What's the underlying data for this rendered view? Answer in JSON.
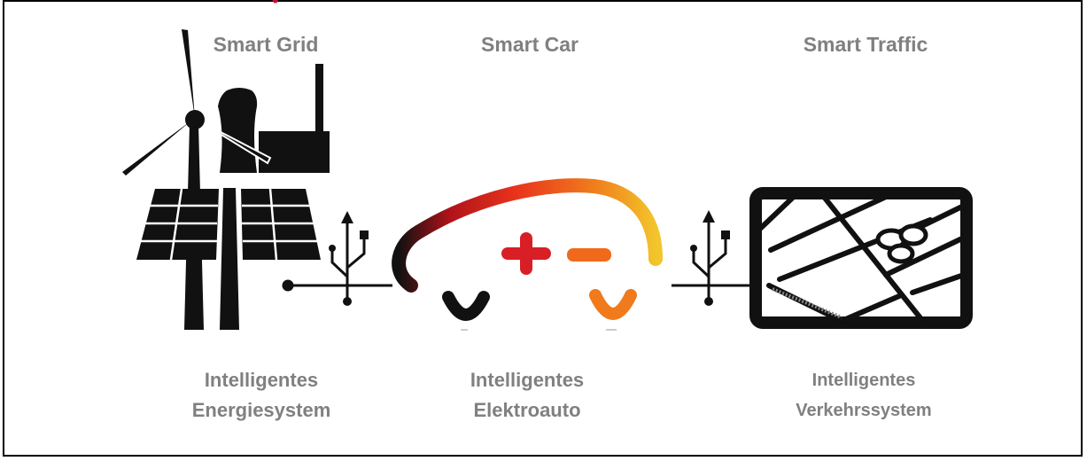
{
  "columns": [
    {
      "title": "Smart Grid",
      "caption_line1": "Intelligentes",
      "caption_line2": "Energiesystem"
    },
    {
      "title": "Smart Car",
      "caption_line1": "Intelligentes",
      "caption_line2": "Elektroauto"
    },
    {
      "title": "Smart Traffic",
      "caption_line1": "Intelligentes",
      "caption_line2": "Verkehrssystem"
    }
  ],
  "icons": {
    "left": "energy-system-icon",
    "middle": "electric-car-icon",
    "right": "traffic-map-icon",
    "connectors": "usb-icon"
  },
  "colors": {
    "text": "#808080",
    "black": "#111111",
    "red": "#d81f26",
    "orange": "#f06a1c",
    "yellow": "#f2c52b"
  }
}
